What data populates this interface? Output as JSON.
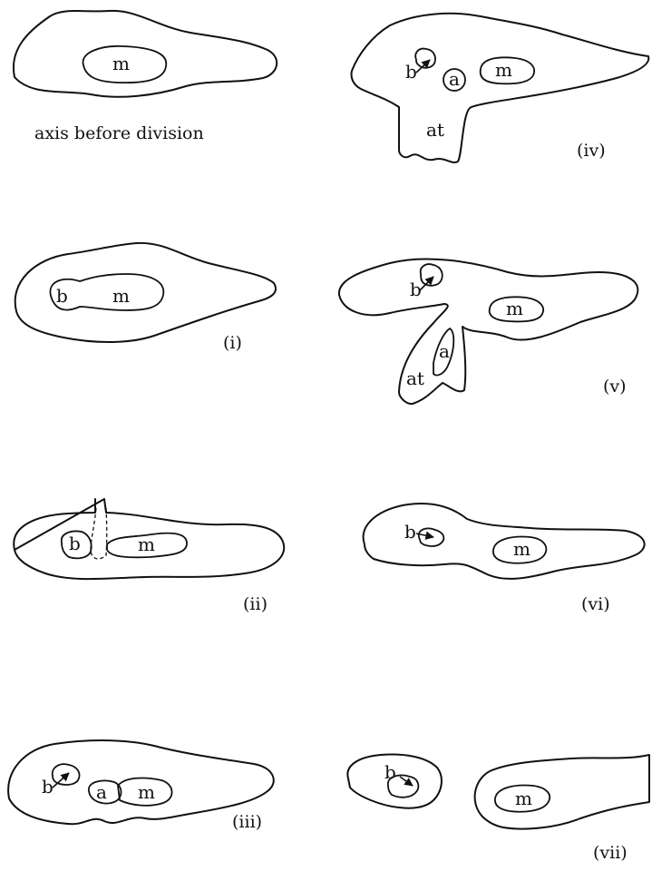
{
  "labels": {
    "m": "m",
    "a": "a",
    "b": "b",
    "at": "at"
  },
  "captions": {
    "top": "axis before division",
    "i": "(i)",
    "ii": "(ii)",
    "iii": "(iii)",
    "iv": "(iv)",
    "v": "(v)",
    "vi": "(vi)",
    "vii": "(vii)"
  }
}
